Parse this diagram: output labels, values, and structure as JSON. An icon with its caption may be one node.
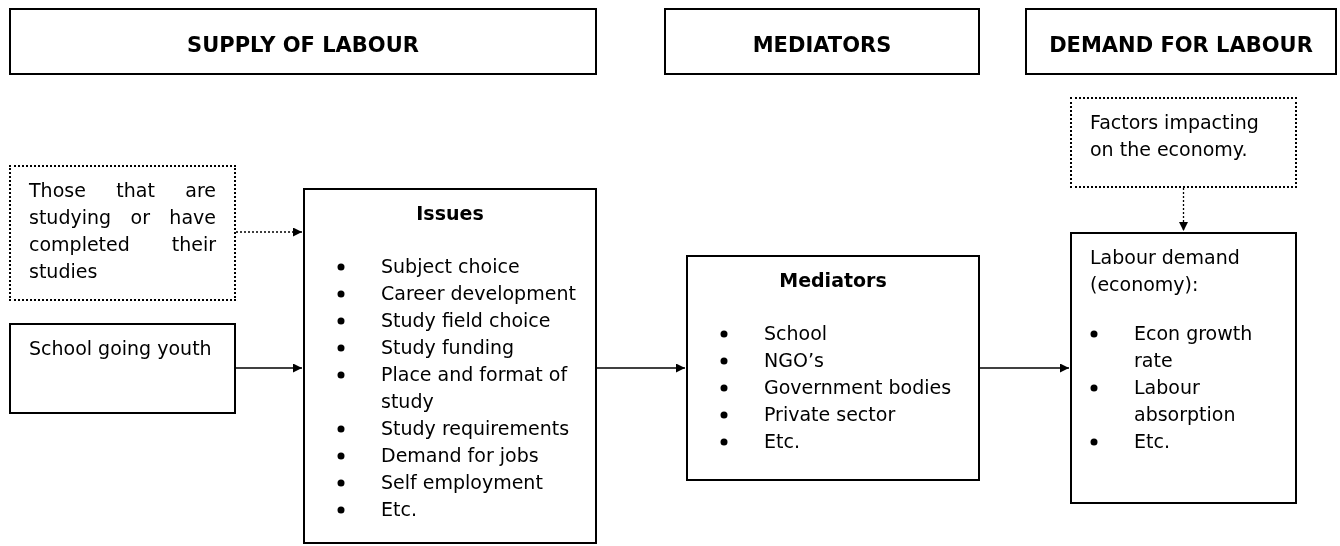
{
  "diagram": {
    "nodes": [
      {
        "text": [
          "SUPPLY OF LABOUR"
        ]
      },
      {
        "text": [
          "MEDIATORS"
        ]
      },
      {
        "text": [
          "DEMAND FOR LABOUR"
        ]
      },
      {
        "text": [
          "Factors impacting on the economy."
        ]
      },
      {
        "text": [
          "Those that are studying or have completed their studies"
        ]
      },
      {
        "text": [
          "Issues",
          "Subject choice",
          "Career development",
          "Study field choice",
          "Study funding",
          "Place and format of study",
          "Study requirements",
          "Demand for jobs",
          "Self employment",
          "Etc."
        ]
      },
      {
        "text": [
          "School going youth"
        ]
      },
      {
        "text": [
          "Mediators",
          "School",
          "NGO’s",
          "Government bodies",
          "Private sector",
          "Etc."
        ]
      },
      {
        "text": [
          "Labour demand (economy):",
          "Econ growth rate",
          "Labour absorption",
          "Etc."
        ]
      }
    ],
    "edges": [
      {
        "from": 4,
        "to": 5,
        "arrow": "to",
        "style": "dashed"
      },
      {
        "from": 6,
        "to": 5,
        "arrow": "to"
      },
      {
        "from": 5,
        "to": 7,
        "arrow": "to"
      },
      {
        "from": 7,
        "to": 8,
        "arrow": "to"
      },
      {
        "from": 3,
        "to": 8,
        "arrow": "to",
        "style": "dashed"
      }
    ]
  }
}
